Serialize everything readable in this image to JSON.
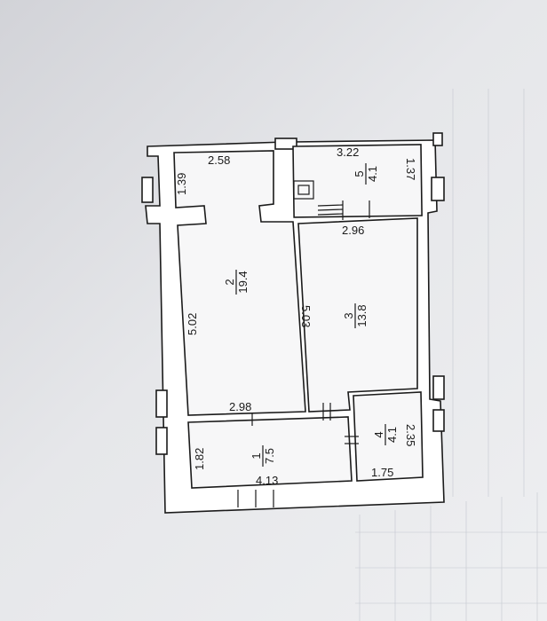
{
  "rooms": [
    {
      "number": "1",
      "area": "7.5"
    },
    {
      "number": "2",
      "area": "19.4"
    },
    {
      "number": "3",
      "area": "13.8"
    },
    {
      "number": "4",
      "area": "4.1"
    },
    {
      "number": "5",
      "area": "4.1"
    }
  ],
  "dimensions": {
    "d_258": "2.58",
    "d_139": "1.39",
    "d_322": "3.22",
    "d_137": "1.37",
    "d_296": "2.96",
    "d_502": "5.02",
    "d_503": "5.03",
    "d_298": "2.98",
    "d_235": "2.35",
    "d_182": "1.82",
    "d_413": "4.13",
    "d_175": "1.75"
  }
}
